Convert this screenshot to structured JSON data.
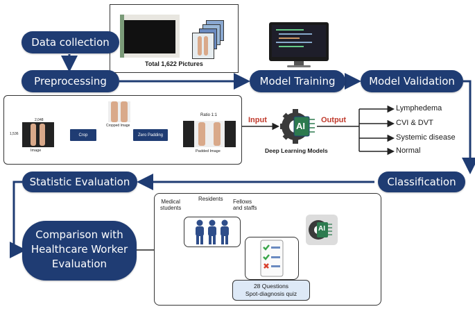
{
  "colors": {
    "pill": "#1f3c73",
    "input_output": "#c0392b",
    "line": "#1f3c73",
    "figure": "#2e4d8a"
  },
  "nodes": {
    "data_collection": "Data collection",
    "preprocessing": "Preprocessing",
    "model_training": "Model Training",
    "model_validation": "Model Validation",
    "classification": "Classification",
    "statistic_evaluation": "Statistic Evaluation",
    "comparison_line1": "Comparison with",
    "comparison_line2": "Healthcare Worker",
    "comparison_line3": "Evaluation"
  },
  "data_collection_caption": "Total 1,622 Pictures",
  "preprocessing_panel": {
    "dim_top": "2,048",
    "dim_left": "1,536",
    "image_label": "Image",
    "crop_label": "Crop",
    "cropped_label": "Cropped Image",
    "zero_padding_label": "Zero Padding",
    "ratio_label": "Ratio 1:1",
    "padded_label": "Padded Image"
  },
  "model": {
    "input_label": "Input",
    "output_label": "Output",
    "chip_text": "AI",
    "caption": "Deep Learning Models"
  },
  "classes": [
    "Lymphedema",
    "CVI & DVT",
    "Systemic disease",
    "Normal"
  ],
  "evaluation_panel": {
    "medical_students": [
      "Medical",
      "students"
    ],
    "residents": "Residents",
    "fellows": [
      "Fellows",
      "and staffs"
    ],
    "quiz_line1": "28 Questions",
    "quiz_line2": "Spot-diagnosis quiz",
    "chip_text": "AI"
  }
}
